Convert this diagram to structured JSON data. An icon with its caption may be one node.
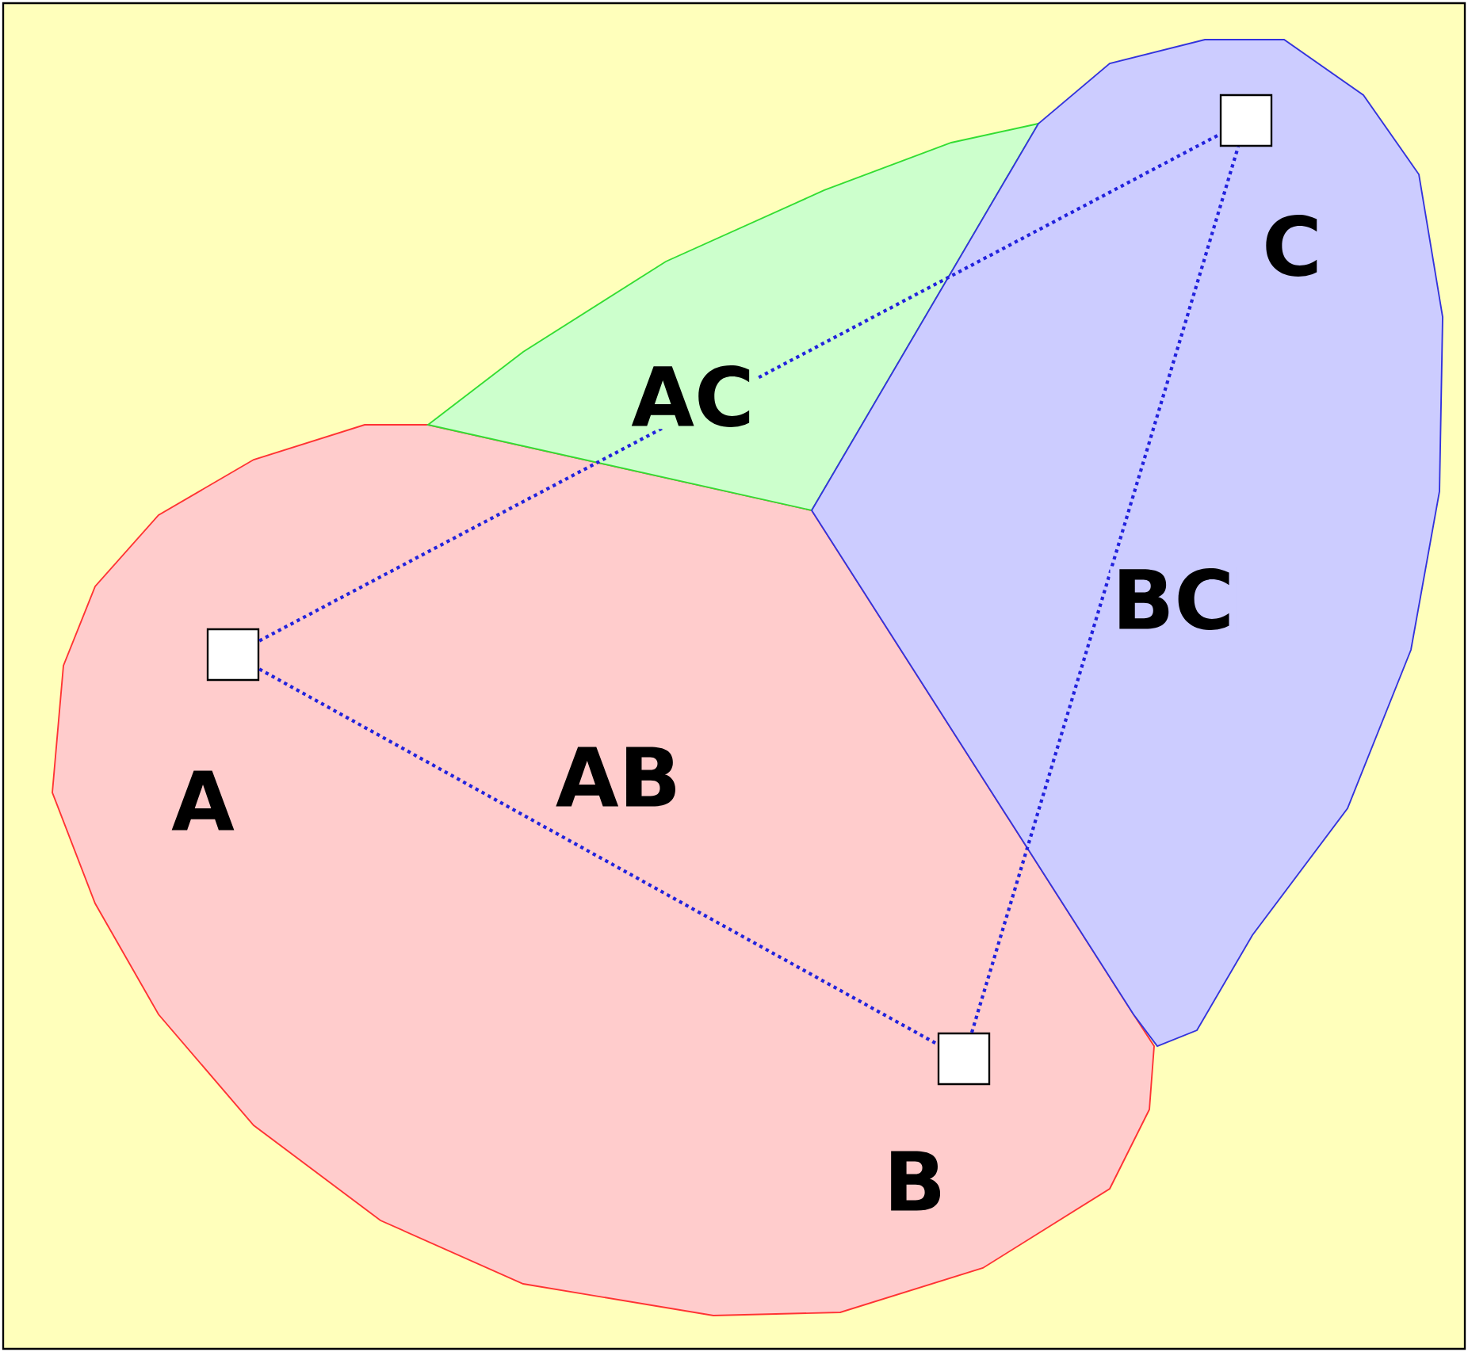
{
  "diagram": {
    "nodes": [
      {
        "text": [],
        "shape": "box",
        "beside": [
          "A"
        ]
      },
      {
        "text": [],
        "shape": "box",
        "beside": [
          "B"
        ]
      },
      {
        "text": [],
        "shape": "box",
        "beside": [
          "C"
        ]
      }
    ],
    "edges": [
      {
        "from": 0,
        "to": 2,
        "arrow": "none",
        "label": "AC"
      },
      {
        "from": 0,
        "to": 1,
        "arrow": "none",
        "label": "AB"
      },
      {
        "from": 1,
        "to": 2,
        "arrow": "none",
        "label": "BC"
      }
    ]
  }
}
